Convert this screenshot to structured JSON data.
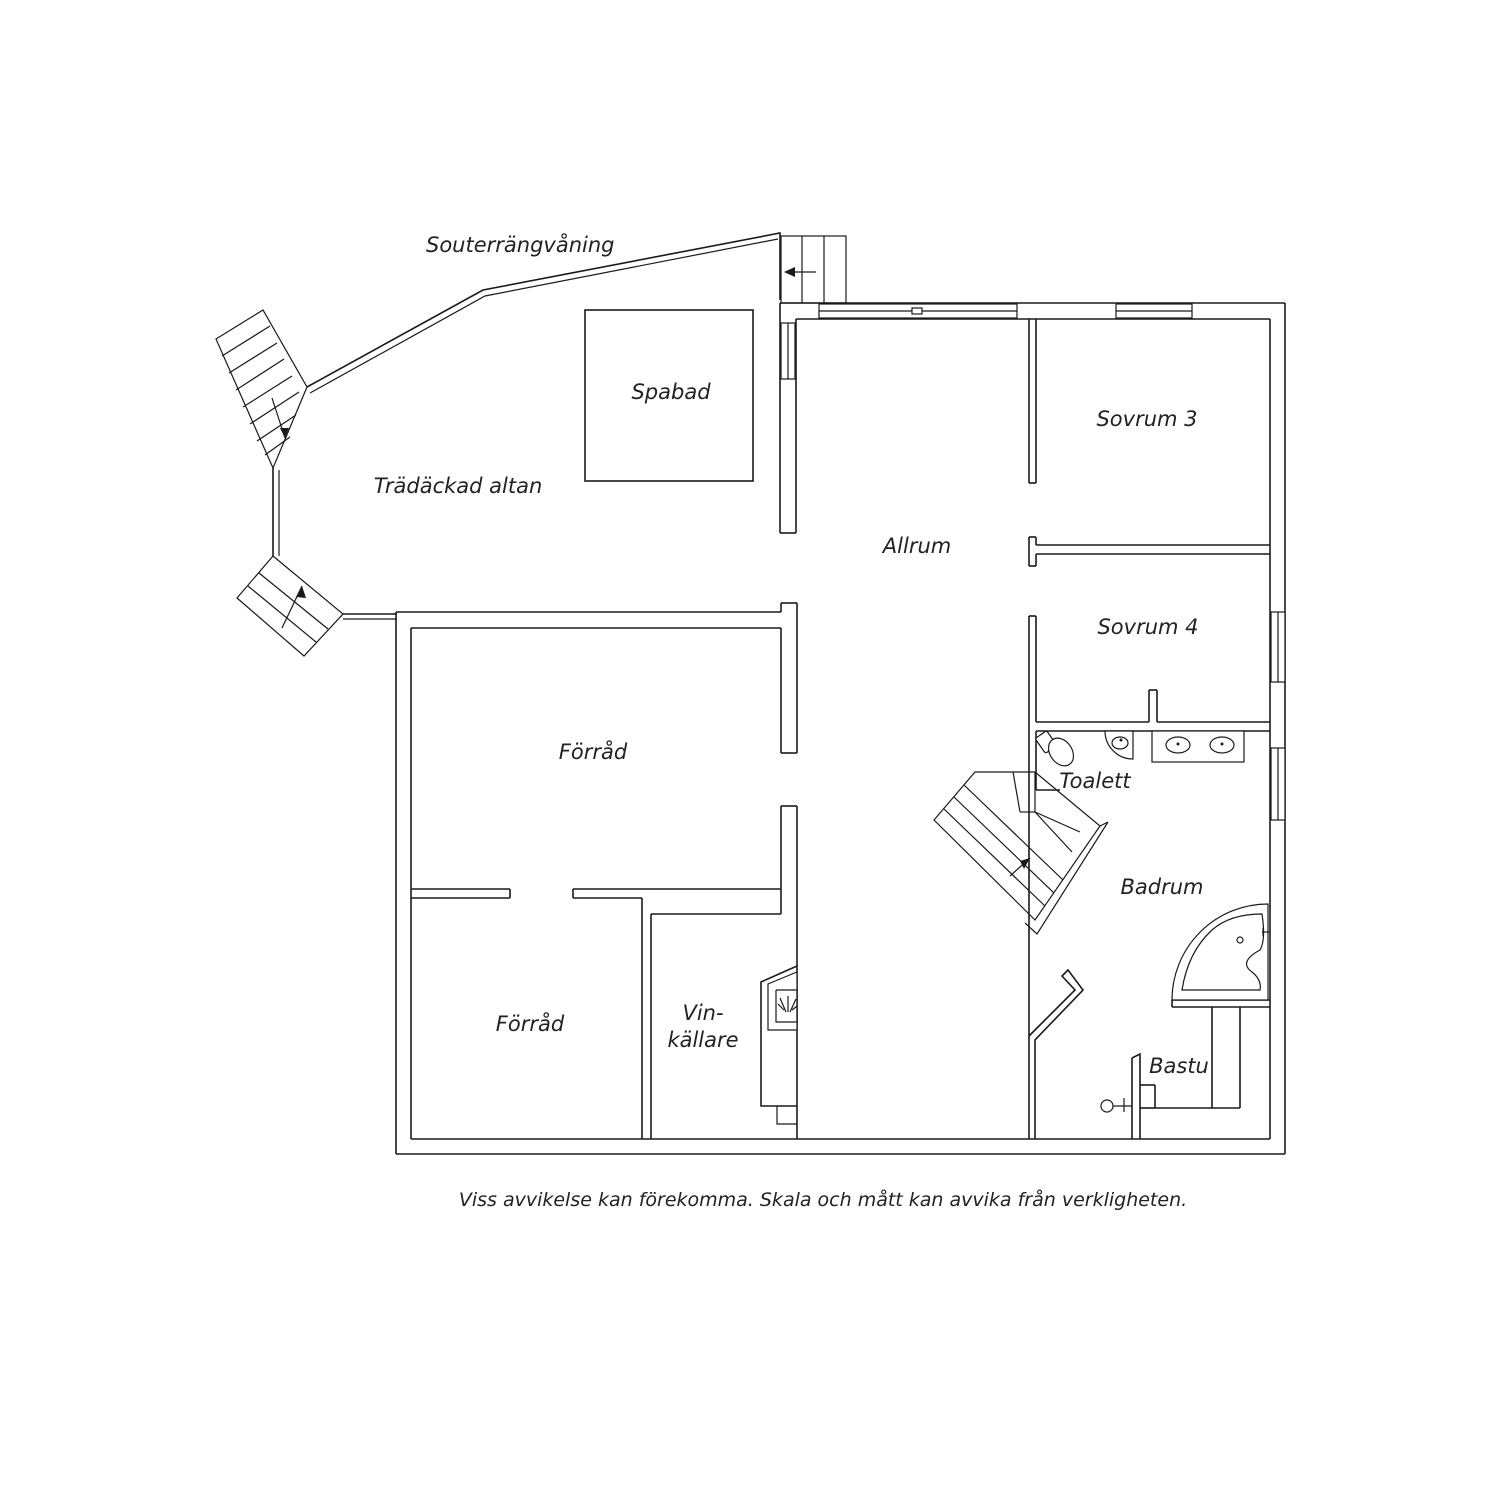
{
  "floor_title": "Souterrängvåning",
  "rooms": {
    "spabad": "Spabad",
    "altan": "Trädäckad altan",
    "allrum": "Allrum",
    "sovrum3": "Sovrum 3",
    "sovrum4": "Sovrum 4",
    "forrad1": "Förråd",
    "forrad2": "Förråd",
    "vinkallare_line1": "Vin-",
    "vinkallare_line2": "källare",
    "toalett": "Toalett",
    "badrum": "Badrum",
    "bastu": "Bastu"
  },
  "disclaimer": "Viss avvikelse kan förekomma. Skala och mått kan avvika från verkligheten.",
  "colors": {
    "line": "#1a1a1a",
    "background": "#ffffff"
  }
}
